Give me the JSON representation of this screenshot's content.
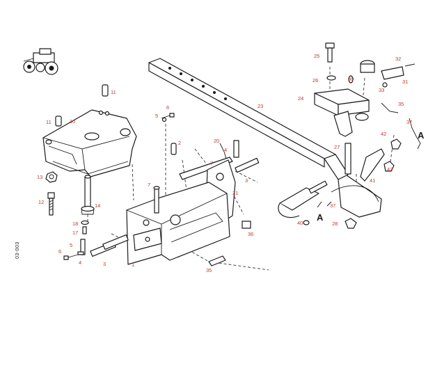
{
  "diagram": {
    "reference_code": "03-003",
    "callouts": [
      {
        "id": "c1",
        "label": "1"
      },
      {
        "id": "c2",
        "label": "2"
      },
      {
        "id": "c3a",
        "label": "3"
      },
      {
        "id": "c3b",
        "label": "3"
      },
      {
        "id": "c4a",
        "label": "4"
      },
      {
        "id": "c4b",
        "label": "4"
      },
      {
        "id": "c5a",
        "label": "5"
      },
      {
        "id": "c5b",
        "label": "5"
      },
      {
        "id": "c6a",
        "label": "6"
      },
      {
        "id": "c6b",
        "label": "6"
      },
      {
        "id": "c7a",
        "label": "7"
      },
      {
        "id": "c7b",
        "label": "7"
      },
      {
        "id": "c10",
        "label": "10"
      },
      {
        "id": "c11a",
        "label": "11"
      },
      {
        "id": "c11b",
        "label": "11"
      },
      {
        "id": "c12",
        "label": "12"
      },
      {
        "id": "c13",
        "label": "13"
      },
      {
        "id": "c14",
        "label": "14"
      },
      {
        "id": "c17",
        "label": "17"
      },
      {
        "id": "c18",
        "label": "18"
      },
      {
        "id": "c20",
        "label": "20"
      },
      {
        "id": "c21",
        "label": "21"
      },
      {
        "id": "c23",
        "label": "23"
      },
      {
        "id": "c24",
        "label": "24"
      },
      {
        "id": "c25",
        "label": "25"
      },
      {
        "id": "c26",
        "label": "26"
      },
      {
        "id": "c27",
        "label": "27"
      },
      {
        "id": "c28",
        "label": "28"
      },
      {
        "id": "c30",
        "label": "30"
      },
      {
        "id": "c31",
        "label": "31"
      },
      {
        "id": "c32",
        "label": "32"
      },
      {
        "id": "c33",
        "label": "33"
      },
      {
        "id": "c35a",
        "label": "35"
      },
      {
        "id": "c35b",
        "label": "35"
      },
      {
        "id": "c36",
        "label": "36"
      },
      {
        "id": "c37a",
        "label": "37"
      },
      {
        "id": "c37b",
        "label": "37"
      },
      {
        "id": "c40",
        "label": "40"
      },
      {
        "id": "c41",
        "label": "41"
      },
      {
        "id": "c42a",
        "label": "42"
      },
      {
        "id": "c42b",
        "label": "42"
      }
    ],
    "detail_markers": [
      {
        "id": "m1",
        "label": "A"
      },
      {
        "id": "m2",
        "label": "A"
      }
    ]
  }
}
